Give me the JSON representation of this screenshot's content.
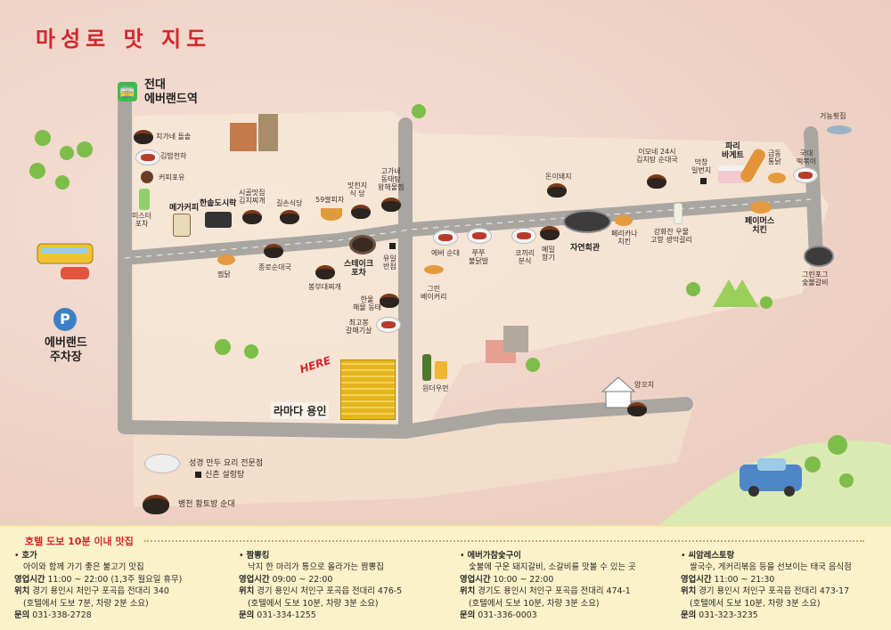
{
  "title": "마성로 맛 지도",
  "station": "전대\n에버랜드역",
  "parking": "에버랜드\n주차장",
  "parking_symbol": "P",
  "hotel": {
    "here": "HERE",
    "name": "라마다 용인"
  },
  "places": {
    "p1": "치가네 돌솥",
    "p2": "김밥천하",
    "p3": "커피포유",
    "p4": "미스터\n포차",
    "p5": "메가커피",
    "p6": "한솥도시락",
    "p7": "시골맛집\n김치찌개",
    "p8": "길손식당",
    "p9": "59쌀피자",
    "p10": "맛천지\n식 당",
    "p11": "고가네\n동태탕\n왕해물찜",
    "p12": "종로순대국",
    "p13": "봉부대찌개",
    "p14": "스테이크\n포차",
    "p15": "유일\n반점",
    "p16": "한울\n해물 동태",
    "p17": "최고봉\n갈매기살",
    "p18": "찜닭",
    "p19": "에버 순대",
    "p20": "쭈쭈\n불닭발",
    "p21": "코끼리\n분식",
    "p22": "돈이돼지",
    "p23": "메밀\n향기",
    "p24": "자연회관",
    "p25": "그린\n베이커리",
    "p26": "페리카나\n치킨",
    "p27": "이모네 24시\n김치탕 순대국",
    "p28": "막창\n일번지",
    "p29": "파리\n바게트",
    "p30": "금동\n통닭",
    "p31": "국대\n떡볶이",
    "p32": "거농횟집",
    "p33": "강화찬 우물\n고향 생막걸리",
    "p34": "페이머스\n치킨",
    "p35": "그린포그\n숯불갈비",
    "p36": "원더우먼",
    "p37": "양꼬치",
    "p38": "성경 만두 요리 전문점",
    "p39": "신촌 설렁탕",
    "p40": "병천 황토방 순대"
  },
  "bottom": {
    "heading": "호텔 도보 10분 이내 맛집",
    "restaurants": [
      {
        "name": "호가",
        "desc": "아이와 함께 가기 좋은 불고기 맛집",
        "hours_label": "영업시간",
        "hours": "11:00 ~ 22:00 (1,3주 월요일 휴무)",
        "addr_label": "위치",
        "addr": "경기 용인시 처인구 포곡읍 전대리 340",
        "walk": "(호텔에서 도보 7분, 차량 2분 소요)",
        "tel_label": "문의",
        "tel": "031-338-2728"
      },
      {
        "name": "짬뽕킹",
        "desc": "낙지 한 마리가 통으로 올라가는 짬뽕집",
        "hours_label": "영업시간",
        "hours": "09:00 ~ 22:00",
        "addr_label": "위치",
        "addr": "경기 용인시 처인구 포곡읍 전대리 476-5",
        "walk": "(호텔에서 도보 10분, 차량 3분 소요)",
        "tel_label": "문의",
        "tel": "031-334-1255"
      },
      {
        "name": "에버가참숯구이",
        "desc": "숯불에 구운 돼지갈비, 소갈비를 맛볼 수 있는 곳",
        "hours_label": "영업시간",
        "hours": "10:00 ~ 22:00",
        "addr_label": "위치",
        "addr": "경기도 용인시 처인구 포곡읍 전대리 474-1",
        "walk": "(호텔에서 도보 10분, 차량 3분 소요)",
        "tel_label": "문의",
        "tel": "031-336-0003"
      },
      {
        "name": "씨암레스토랑",
        "desc": "쌀국수, 게커리볶음 등을 선보이는 태국 음식점",
        "hours_label": "영업시간",
        "hours": "11:00 ~ 21:30",
        "addr_label": "위치",
        "addr": "경기 용인시 처인구 포곡읍 전대리 473-17",
        "walk": "(호텔에서 도보 10분, 차량 3분 소요)",
        "tel_label": "문의",
        "tel": "031-323-3235"
      }
    ]
  },
  "colors": {
    "road": "#a9a6a2",
    "title": "#d3262b",
    "station": "#3dbd4b",
    "parking": "#3e7fc4",
    "hotel": "#e5b51e"
  }
}
